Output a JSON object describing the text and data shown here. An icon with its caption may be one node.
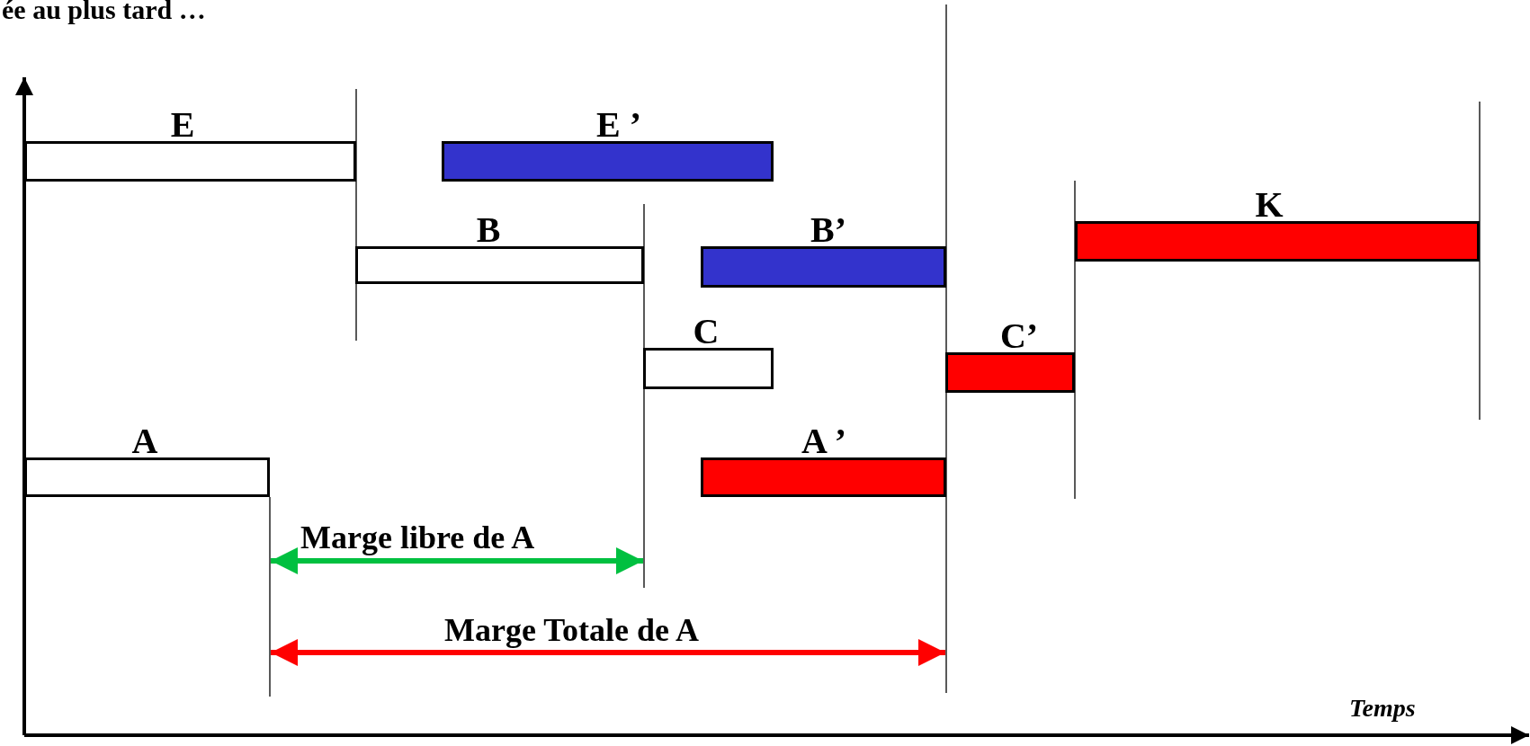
{
  "diagram": {
    "title": "ée au plus tard …",
    "nodes": [
      {
        "text": [
          "E"
        ]
      },
      {
        "text": [
          "E ’"
        ]
      },
      {
        "text": [
          "B"
        ]
      },
      {
        "text": [
          "B’"
        ]
      },
      {
        "text": [
          "C"
        ]
      },
      {
        "text": [
          "C’"
        ]
      },
      {
        "text": [
          "K"
        ]
      },
      {
        "text": [
          "A"
        ]
      },
      {
        "text": [
          "A ’"
        ]
      }
    ],
    "edges": [],
    "labels": [
      "Marge libre de A",
      "Marge Totale de A",
      "Temps"
    ]
  }
}
